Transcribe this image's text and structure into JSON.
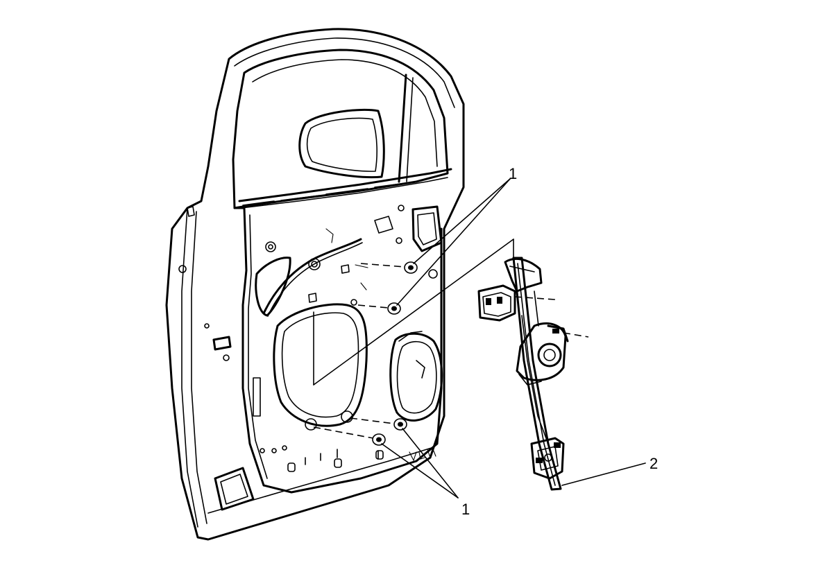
{
  "callouts": {
    "fastener_upper": "1",
    "fastener_lower": "1",
    "regulator": "2"
  }
}
